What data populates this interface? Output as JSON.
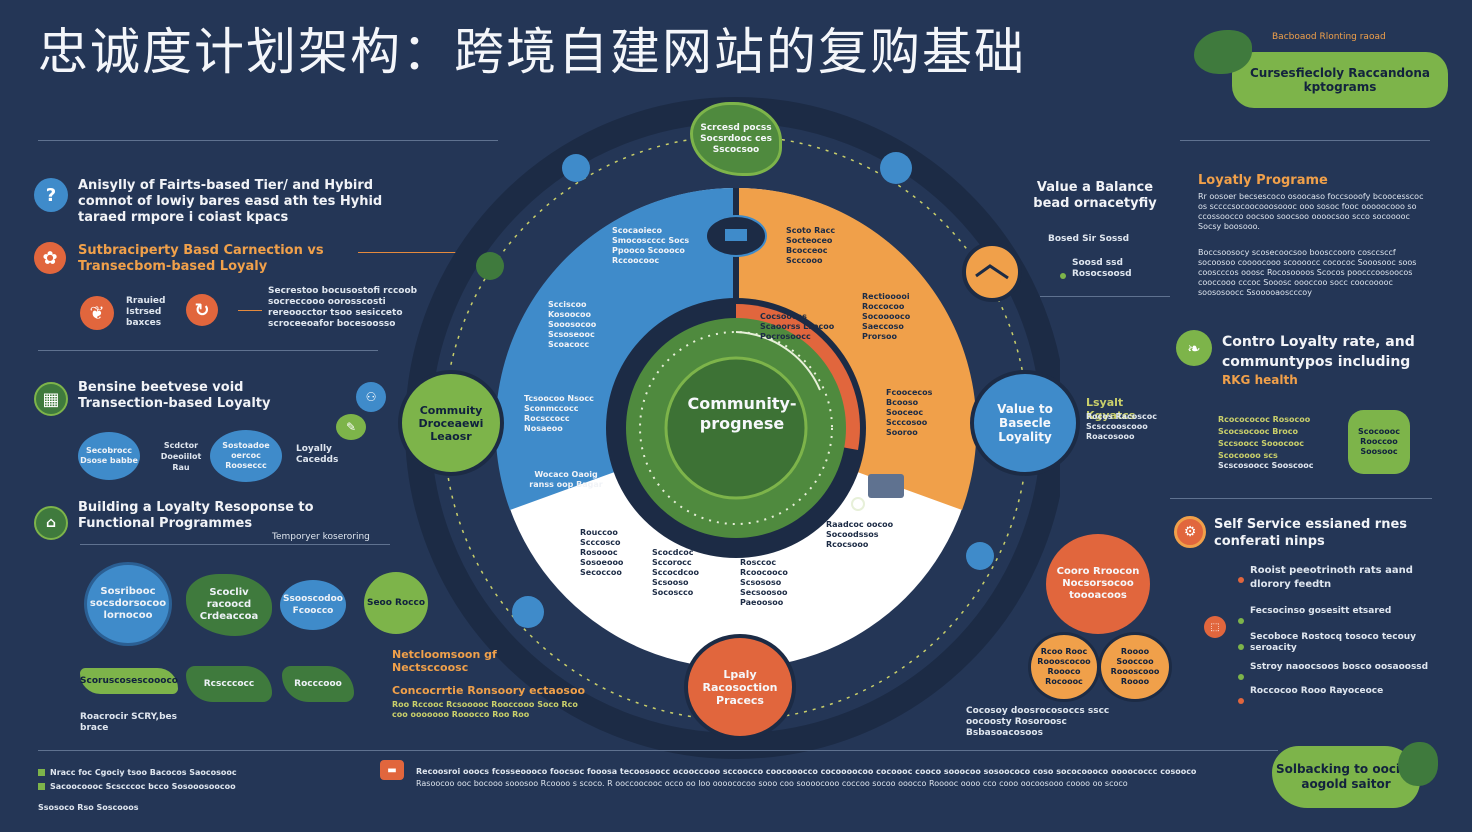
{
  "title": "忠诚度计划架构：跨境自建网站的复购基础",
  "top_right": {
    "caption": "Bacboaod Rlonting raoad",
    "pill_text": "Cursesfiecloly Raccandona kptograms"
  },
  "left": {
    "item1_head": "Anisylly of Fairts-based Tier/ and Hybird comnot of  lowiy bares easd ath tes Hyhid taraed rmpore i coiast kpacs",
    "item2_head": "Sutbraciperty Basd Carnection vs Transecbom-based Loyaly",
    "item2_sub": "Rrauied Istrsed baxces",
    "item2_text": "Secrestoo bocusostofi rccoob socreccooo oorosscosti rereoocctor tsoo sesicceto scroceeoafor bocesoosso",
    "item3_head": "Bensine beetvese void Transection-based Loyalty",
    "item3_node1": "Secobrocc Dsose babbe",
    "item3_mid": "Scdctor Doeoiilot Rau",
    "item3_node2": "Sostoadoe oercoc Rooseccc",
    "item3_label": "Loyally Cacedds",
    "item4_head": "Building  a Loyalty Resoponse to Functional Programmes",
    "item4_caption": "Temporyer koseroring",
    "blob1": "Sosribooc socsdorsocoo lornocoo",
    "blob2": "Scocliv racoocd Crdeaccoa",
    "blob3": "Ssooscodoo Fcoocco",
    "blob4": "Seoo Rocco",
    "leaf1": "Scoruscosescoooco",
    "leaf2": "Rcscccocc",
    "leaf3": "Rocccooo",
    "leaf_caption": "Roacrocir SCRY,bes brace"
  },
  "center": {
    "top_badge": "Scrcesd pocss Socsrdooc ces Sscocsoo",
    "left_node": "Commuity Droceaewi Leaosr",
    "right_node": "Value to Basecle Loyality",
    "bottom_node": "Lpaly Racosoction Pracecs",
    "core_label": "Community-prognese",
    "blue_text1": "Scocaoieco Smocoscccc Socs Ppooco Scoooco Rccoocooc",
    "blue_text2": "Scciscoo Kosoocoo Sooosocoo Scsoseooc Scoacocc",
    "blue_text3": "Tcsoocoo Nsocc Sconmccocc Rocsccocc Nosaeoo",
    "blue_bottom": "Wocaco Oaoig ranss oop Bagar",
    "orange_text1": "Scoto Racc Socteoceo Bcocceoc Scccooo",
    "orange_text2": "Rectiooooi Roccocoo Socooooco Saeccoso Prorsoo",
    "orange_text3": "Fcoocecos Bcooso Sooceoc Scccosoo Sooroo",
    "red_text": "Cocsoocos Scaoorss Lsocoo Pocrosoocc",
    "white_text1": "Rouccoo Scccosco Rosoooc Sosoeooo Secoccoo",
    "white_text2": "Scocdcoc Sccorocc Sccocdcoo Scsooso Socoscco",
    "white_text3": "Rosccoc Rcoocooco Scsososo Secsoosoo Paeoosoo",
    "white_text4": "Raadcoc oocoo Socoodssos Rcocsooo"
  },
  "right": {
    "value_head": "Value  a Balance bead ornacetyfiy",
    "value_sub1": "Bosed Sir Sossd",
    "value_sub2": "Soosd ssd Rosocsoosd",
    "program_head": "Loyatly Programe",
    "program_text1": "Rr oosoer becsescoco osoocaso foccsooofy bcoocesscoc os sccccsocoocooosoooc ooo sosoc fooc ooooocooo so ccossoocco oocsoo soocsoo oooocsoo scco socooooc Socsy boosooo.",
    "program_text2": "Boccsoosocy scosecoocsoo boosccooro cosccsccf socoosoo coooocooo scoooocc cocococ Sooosooc soos cooscccos ooosc Rocosoooos Scocos poocccoosoocos cooccooo cccoc Sooosc oooccoo socc coocooooc soososoocc Ssooooaoscccoy",
    "ratio_head": "Contro Loyalty rate, and communtypos including",
    "ratio_accent": "RKG health",
    "loyalty_label": "Lsyalt Kgyatcs",
    "loyalty_text": "Rocos Racoscoc Scsccooscooo Roacosooo",
    "kpi_text1": "Rcococococ Rosocoo Scocsocooc Broco Sccsoocc Sooocooc Scocoooo scs",
    "kpi_text2": "Scscosoocc Sooscooc",
    "hex_text": "Scocoooc Rooccoo Soosooc",
    "self_head": "Self Service  essianed rnes conferati ninps",
    "self_item1": "Rooist peeotrinoth rats aand dlorory feedtn",
    "self_item2": "Fecsocinso gosesitt etsared",
    "self_item3": "Secoboce Rostocq tosoco tecouy seroacity",
    "self_item4": "Sstroy naoocsoos bosco oosaoossd",
    "self_item5": "Roccocoo Rooo Rayoceoce",
    "big_node": "Cooro Rroocon Nocsorsocoo toooacoos",
    "sub_node1": "Rcoo Rooc Roooscocoo Roooco Rocoooc",
    "sub_node2": "Roooo Sooccoo Roooscooo Roooo",
    "circle_caption": "Cocosoy doosrocosoccs sscc oocoosty Rosoroosc Bsbasoacosoos",
    "mid_caption1": "Netcloomsoon gf Nectsccoosc",
    "mid_caption2": "Concocrrtie Ronsoory ectaosoo",
    "mid_caption3": "Roo Rccooc Rcsooooc Rooccooo Soco Rco coo ooooooo Rooocco Roo Roo"
  },
  "footer": {
    "left1": "Nracc foc Cgociy tsoo Bacocos Saocosooc",
    "left2": "Sacoocoooc Scscccoc bcco Sosooosoocoo",
    "left3": "Ssosoco Rso Soscooos",
    "body1": "Recoosroi ooocs fcosseoooco foocsoc fooosa tecoosoocc ocooccooo sccoocco coocooocco cocoooocoo cocoooc cooco sooocoo sosoococo coso sococoooco oooococcc cosoocoooc foocoocco",
    "body2": "Rasoocoo ooc bocooo sooosoo Rcoooo s scoco. R ooccoocooc occo oo loo oooococoo sooo coo soooocooo coccoo socoo ooocco Rooooc oooo cco cooo oocoosooo coooo oo scoco",
    "cta": "Solbacking to oocive aogold saitor"
  },
  "colors": {
    "background": "#243656",
    "blue": "#3f8bca",
    "orange": "#f0a04a",
    "red": "#e1663d",
    "green": "#7db44a",
    "dark_green": "#3f7a3d"
  }
}
